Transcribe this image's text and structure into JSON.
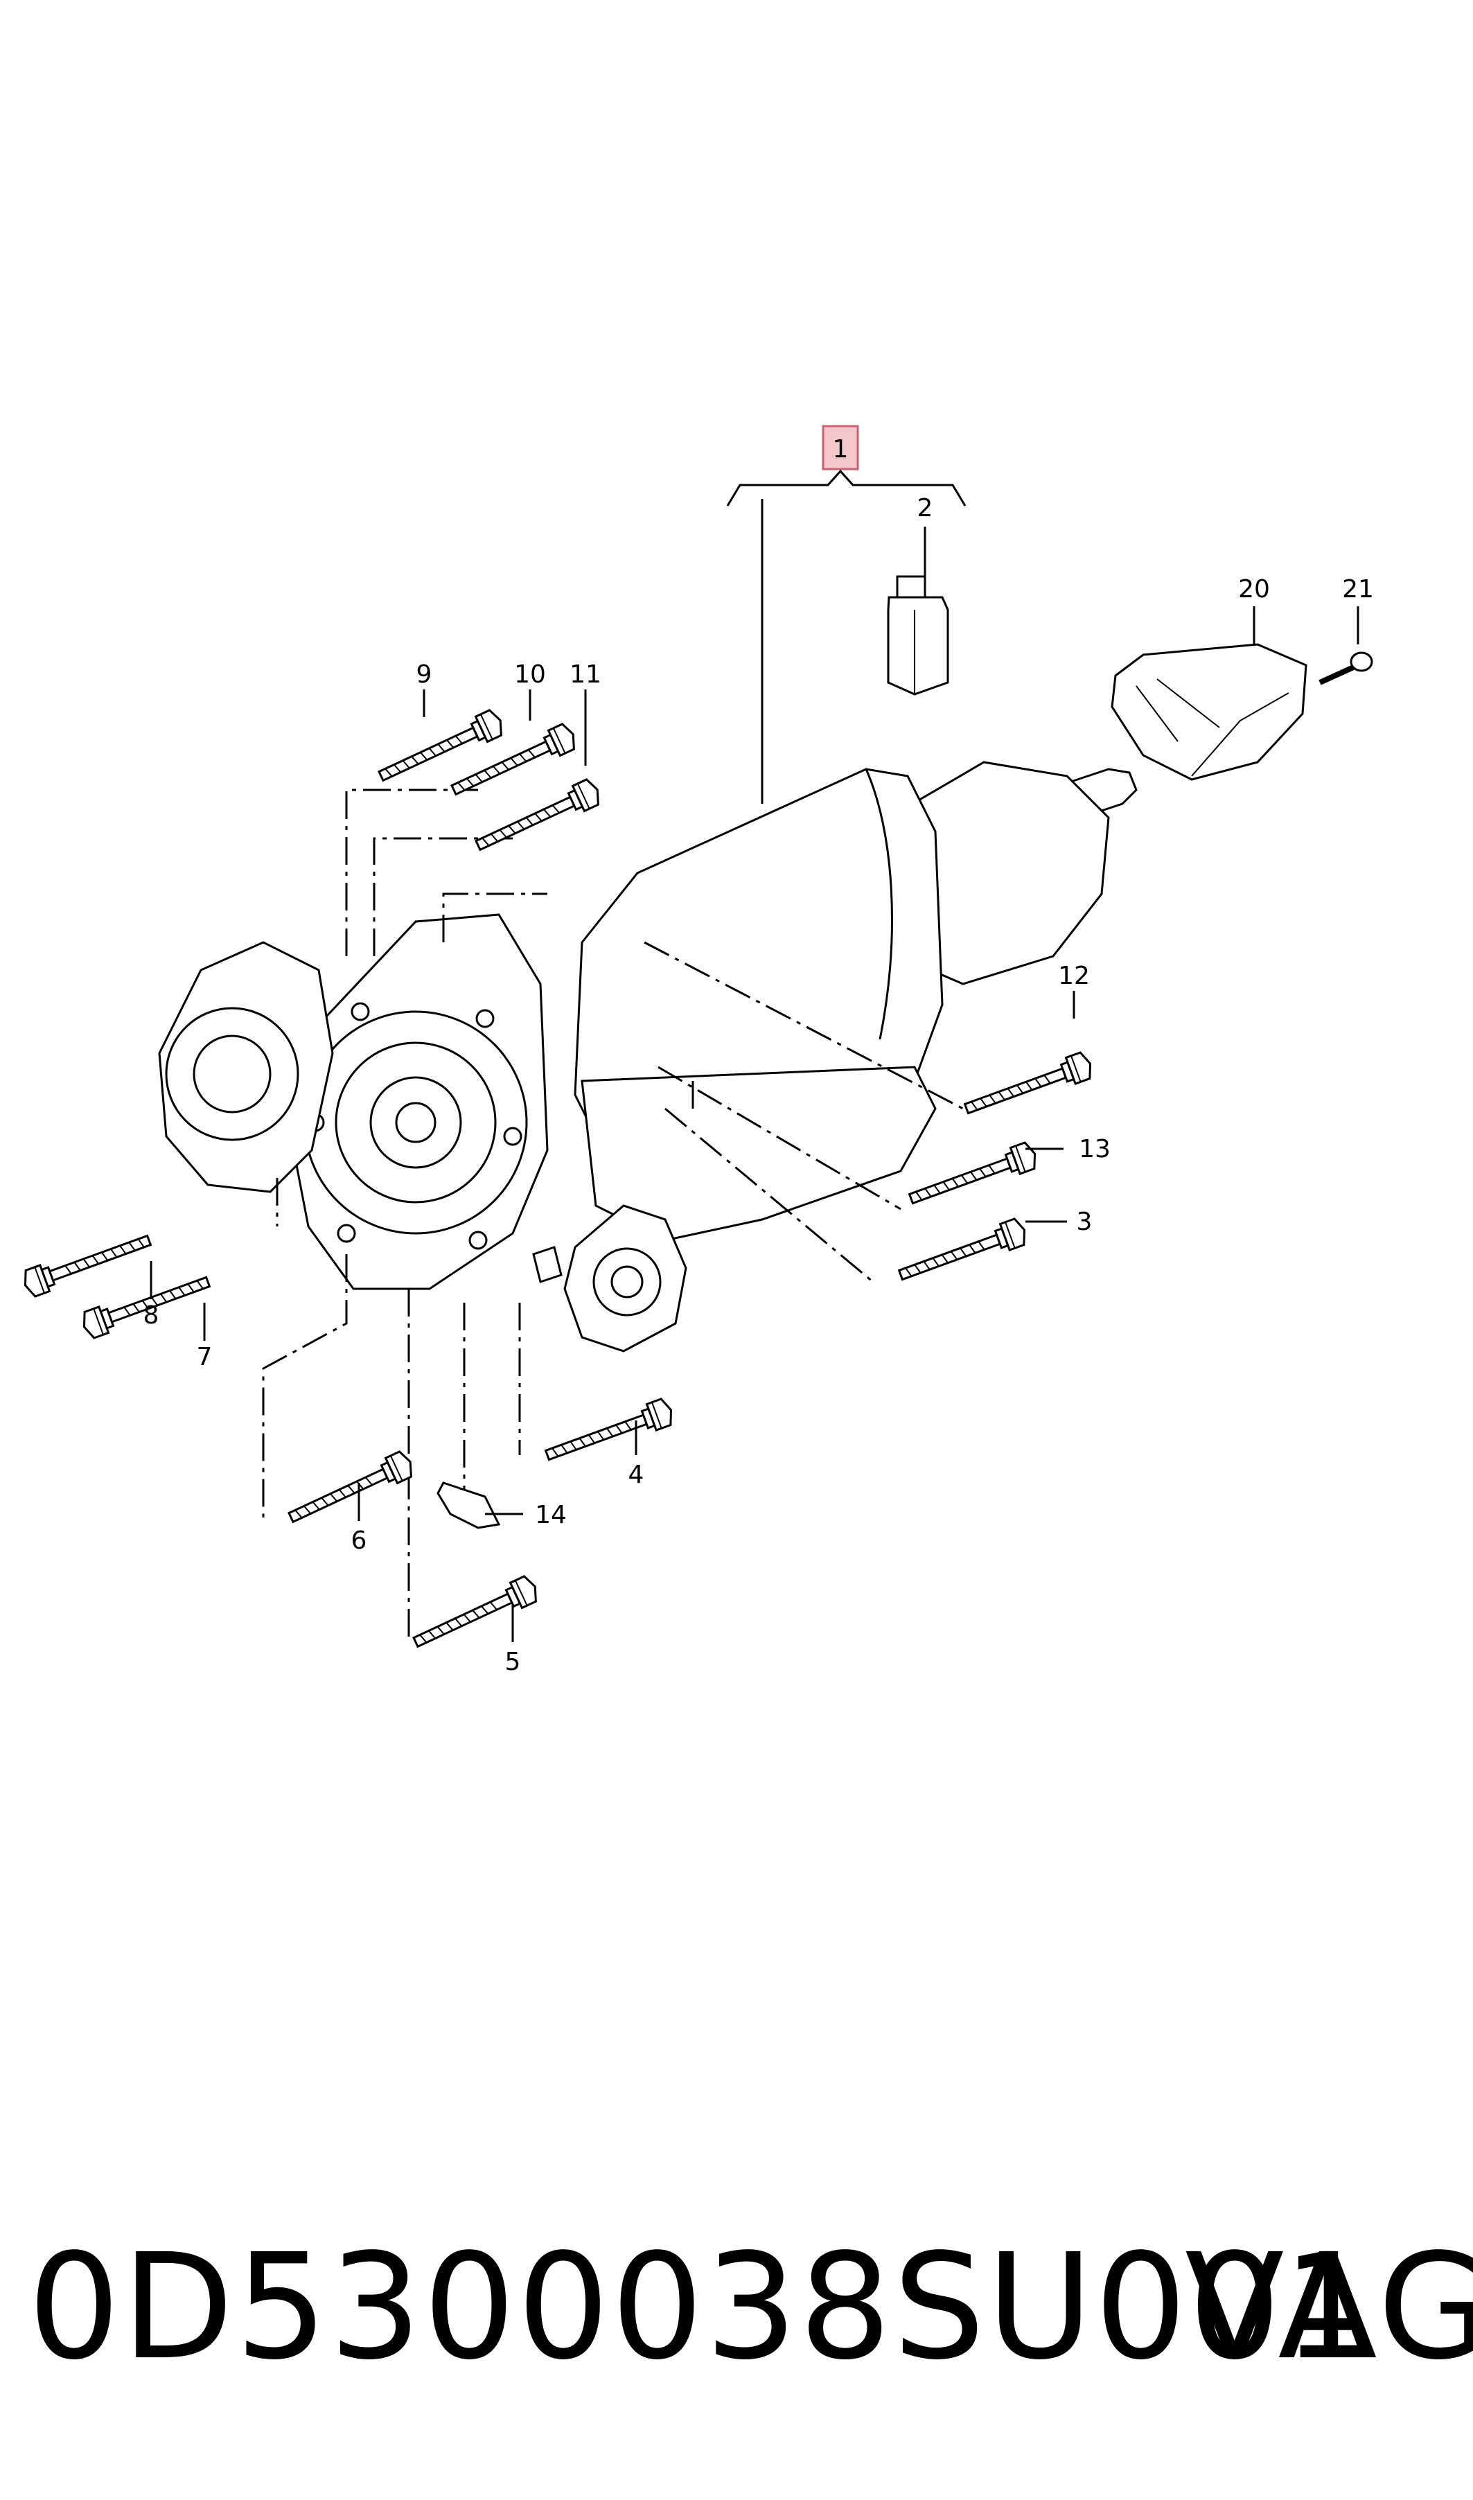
{
  "diagram": {
    "callouts": {
      "c1": "1",
      "c2": "2",
      "c3": "3",
      "c4": "4",
      "c5": "5",
      "c6": "6",
      "c7": "7",
      "c8": "8",
      "c9": "9",
      "c10": "10",
      "c11": "11",
      "c12": "12",
      "c13": "13",
      "c14": "14",
      "c20": "20",
      "c21": "21"
    },
    "highlight_color": "#e8a0a8"
  },
  "footer": {
    "part_number": "0D5300038SU001",
    "brand": "VAG"
  }
}
